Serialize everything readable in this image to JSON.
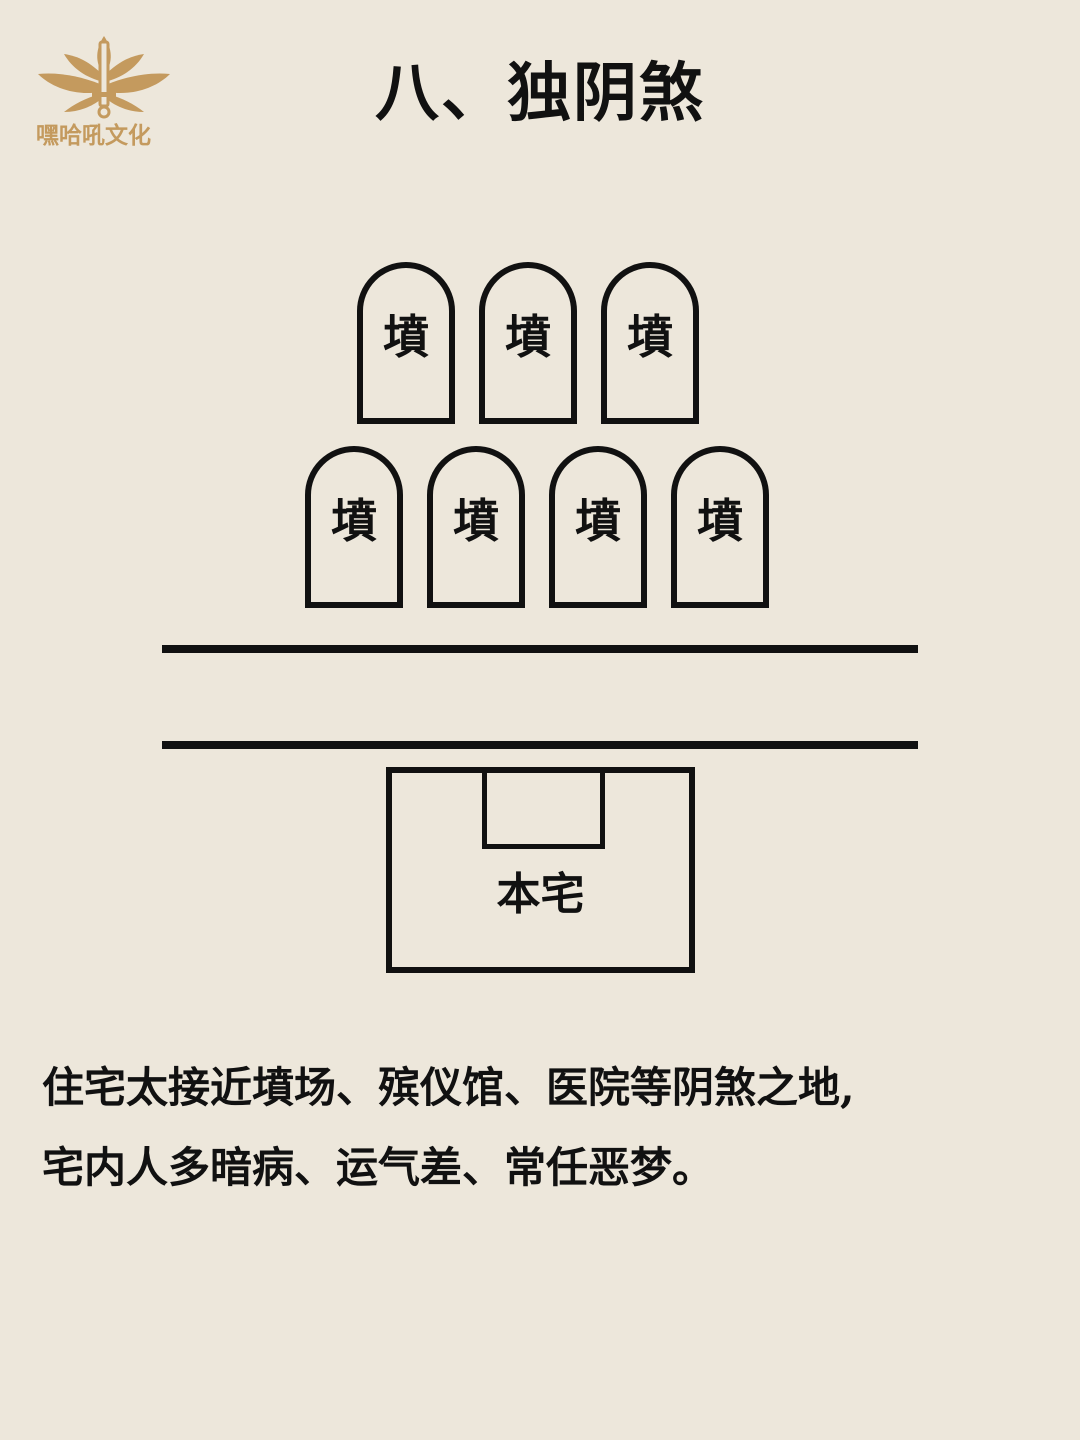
{
  "logo": {
    "icon": "lotus-sword-logo",
    "text": "嘿哈吼文化",
    "color": "#c49a5e"
  },
  "title": "八、独阴煞",
  "diagram": {
    "tombs_top": [
      "墳",
      "墳",
      "墳"
    ],
    "tombs_bottom": [
      "墳",
      "墳",
      "墳",
      "墳"
    ],
    "house_label": "本宅"
  },
  "description": {
    "lines": [
      "住宅太接近墳场、殡仪馆、医院等阴煞之地,",
      "宅内人多暗病、运气差、常任恶梦。"
    ]
  },
  "colors": {
    "background": "#ede7db",
    "ink": "#111111"
  }
}
